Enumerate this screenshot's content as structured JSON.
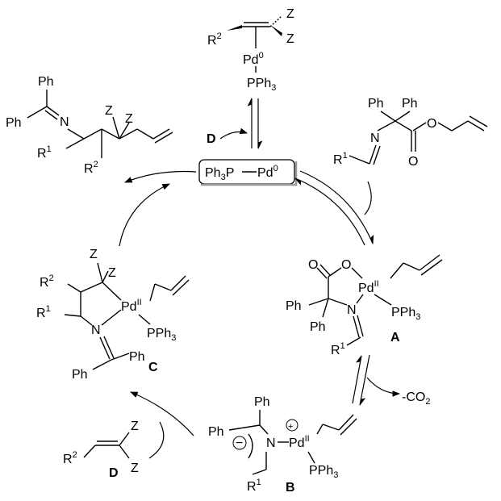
{
  "center_catalyst": {
    "ligand": "Ph",
    "ligand_sub": "3",
    "p": "P",
    "pd": "Pd",
    "pd_sup": "0"
  },
  "top_complex": {
    "r2": "R",
    "r2_sup": "2",
    "z1": "Z",
    "z2": "Z",
    "pd": "Pd",
    "pd_sup": "0",
    "pph3": "PPh",
    "pph3_sub": "3",
    "d_label": "D"
  },
  "substrate": {
    "ph1": "Ph",
    "ph2": "Ph",
    "n": "N",
    "o": "O",
    "o2": "O",
    "r1": "R",
    "r1_sup": "1"
  },
  "product": {
    "ph1": "Ph",
    "ph2": "Ph",
    "n": "N",
    "z1": "Z",
    "z2": "Z",
    "r1": "R",
    "r1_sup": "1",
    "r2": "R",
    "r2_sup": "2"
  },
  "int_a": {
    "label": "A",
    "o1": "O",
    "o2": "O",
    "pd": "Pd",
    "pd_sup": "II",
    "pph3": "PPh",
    "pph3_sub": "3",
    "ph1": "Ph",
    "ph2": "Ph",
    "n": "N",
    "r1": "R",
    "r1_sup": "1"
  },
  "co2": {
    "text": "-CO",
    "sub": "2"
  },
  "int_b": {
    "label": "B",
    "ph1": "Ph",
    "ph2": "Ph",
    "n": "N",
    "pd": "Pd",
    "pd_sup": "II",
    "pph3": "PPh",
    "pph3_sub": "3",
    "r1": "R",
    "r1_sup": "1",
    "minus": "−",
    "plus": "+"
  },
  "reagent_d": {
    "label": "D",
    "r2": "R",
    "r2_sup": "2",
    "z1": "Z",
    "z2": "Z"
  },
  "int_c": {
    "label": "C",
    "z1": "Z",
    "z2": "Z",
    "r1": "R",
    "r1_sup": "1",
    "r2": "R",
    "r2_sup": "2",
    "n": "N",
    "pd": "Pd",
    "pd_sup": "II",
    "pph3": "PPh",
    "pph3_sub": "3",
    "ph1": "Ph",
    "ph2": "Ph"
  }
}
